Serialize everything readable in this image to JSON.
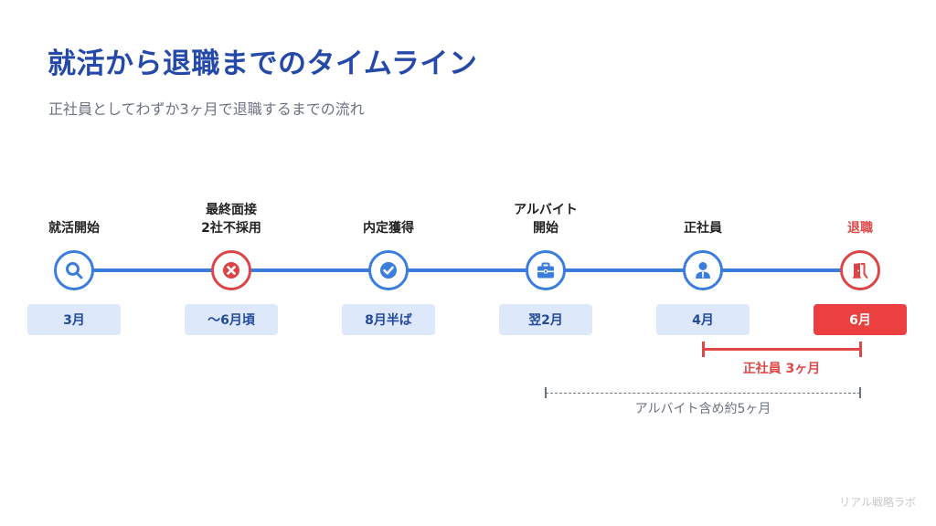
{
  "header": {
    "title": "就活から退職までのタイムライン",
    "subtitle": "正社員としてわずか3ヶ月で退職するまでの流れ"
  },
  "timeline": {
    "line_color": "#3b7ddd",
    "nodes": [
      {
        "label": "就活開始",
        "date": "3月",
        "icon": "search-icon",
        "status": "normal"
      },
      {
        "label": "最終面接\n2社不採用",
        "date": "〜6月頃",
        "icon": "x-circle-icon",
        "status": "rejected"
      },
      {
        "label": "内定獲得",
        "date": "8月半ば",
        "icon": "check-circle-icon",
        "status": "normal"
      },
      {
        "label": "アルバイト\n開始",
        "date": "翌2月",
        "icon": "briefcase-icon",
        "status": "normal"
      },
      {
        "label": "正社員",
        "date": "4月",
        "icon": "person-suit-icon",
        "status": "normal"
      },
      {
        "label": "退職",
        "date": "6月",
        "icon": "exit-door-icon",
        "status": "exit"
      }
    ]
  },
  "spans": {
    "fulltime": {
      "label": "正社員 3ヶ月",
      "color": "#e04848"
    },
    "including_parttime": {
      "label": "アルバイト含め約5ヶ月",
      "color": "#6b7280"
    }
  },
  "colors": {
    "title": "#2549a8",
    "accent_blue": "#3b7ddd",
    "accent_red": "#e04848",
    "date_box_bg": "#dde9fb"
  },
  "footer": {
    "watermark": "リアル戦略ラボ"
  }
}
